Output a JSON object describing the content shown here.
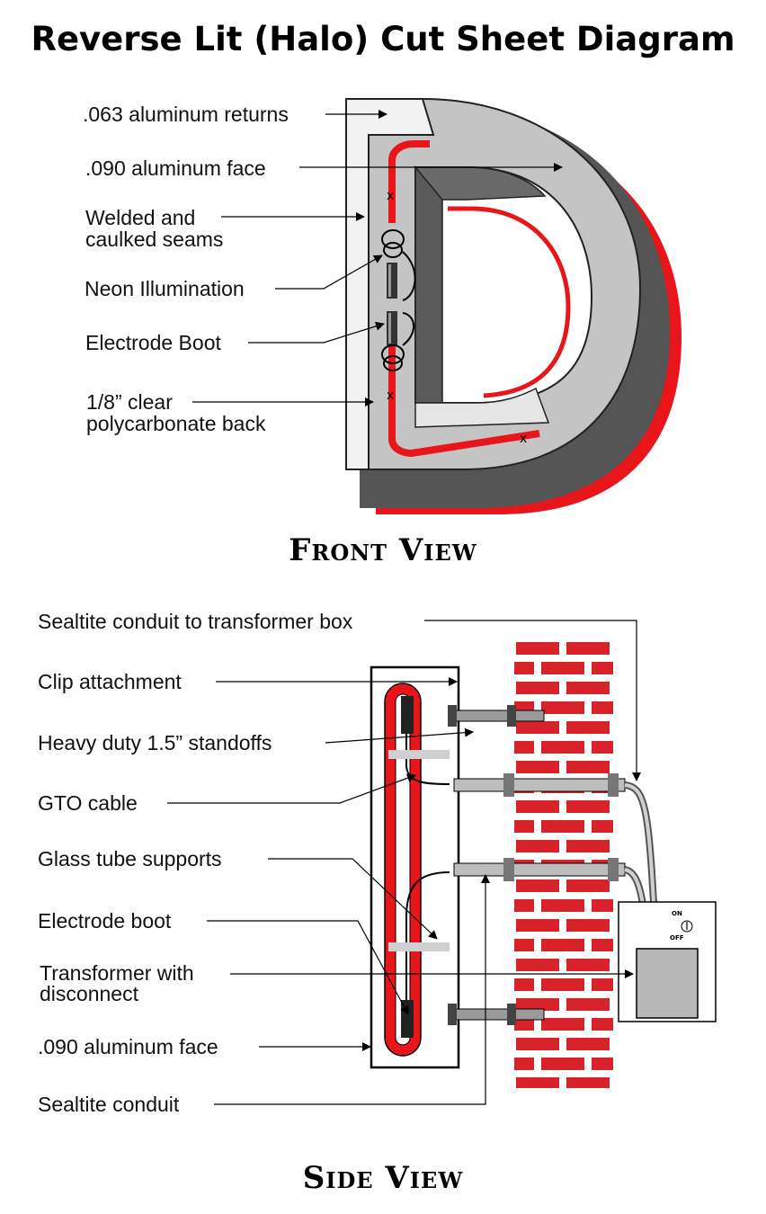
{
  "title": "Reverse Lit (Halo) Cut Sheet Diagram",
  "front_view": {
    "title": "Front View",
    "labels": {
      "returns": ".063 aluminum returns",
      "face": ".090 aluminum face",
      "seams_1": "Welded and",
      "seams_2": "caulked seams",
      "neon": "Neon Illumination",
      "boot": "Electrode Boot",
      "back_1": "1/8” clear",
      "back_2": "polycarbonate back"
    }
  },
  "side_view": {
    "title": "Side View",
    "labels": {
      "sealtite_box": "Sealtite conduit to transformer box",
      "clip": "Clip attachment",
      "standoffs": "Heavy duty 1.5” standoffs",
      "gto": "GTO cable",
      "supports": "Glass tube supports",
      "boot": "Electrode boot",
      "transformer_1": "Transformer with",
      "transformer_2": "disconnect",
      "face": ".090 aluminum face",
      "sealtite": "Sealtite conduit"
    },
    "switch": {
      "on": "ON",
      "off": "OFF"
    }
  },
  "colors": {
    "neon": "#e8151b",
    "brick": "#d8222a",
    "return_dark": "#555555",
    "face_gray": "#c4c4c4",
    "transformer": "#b8b8b8"
  }
}
